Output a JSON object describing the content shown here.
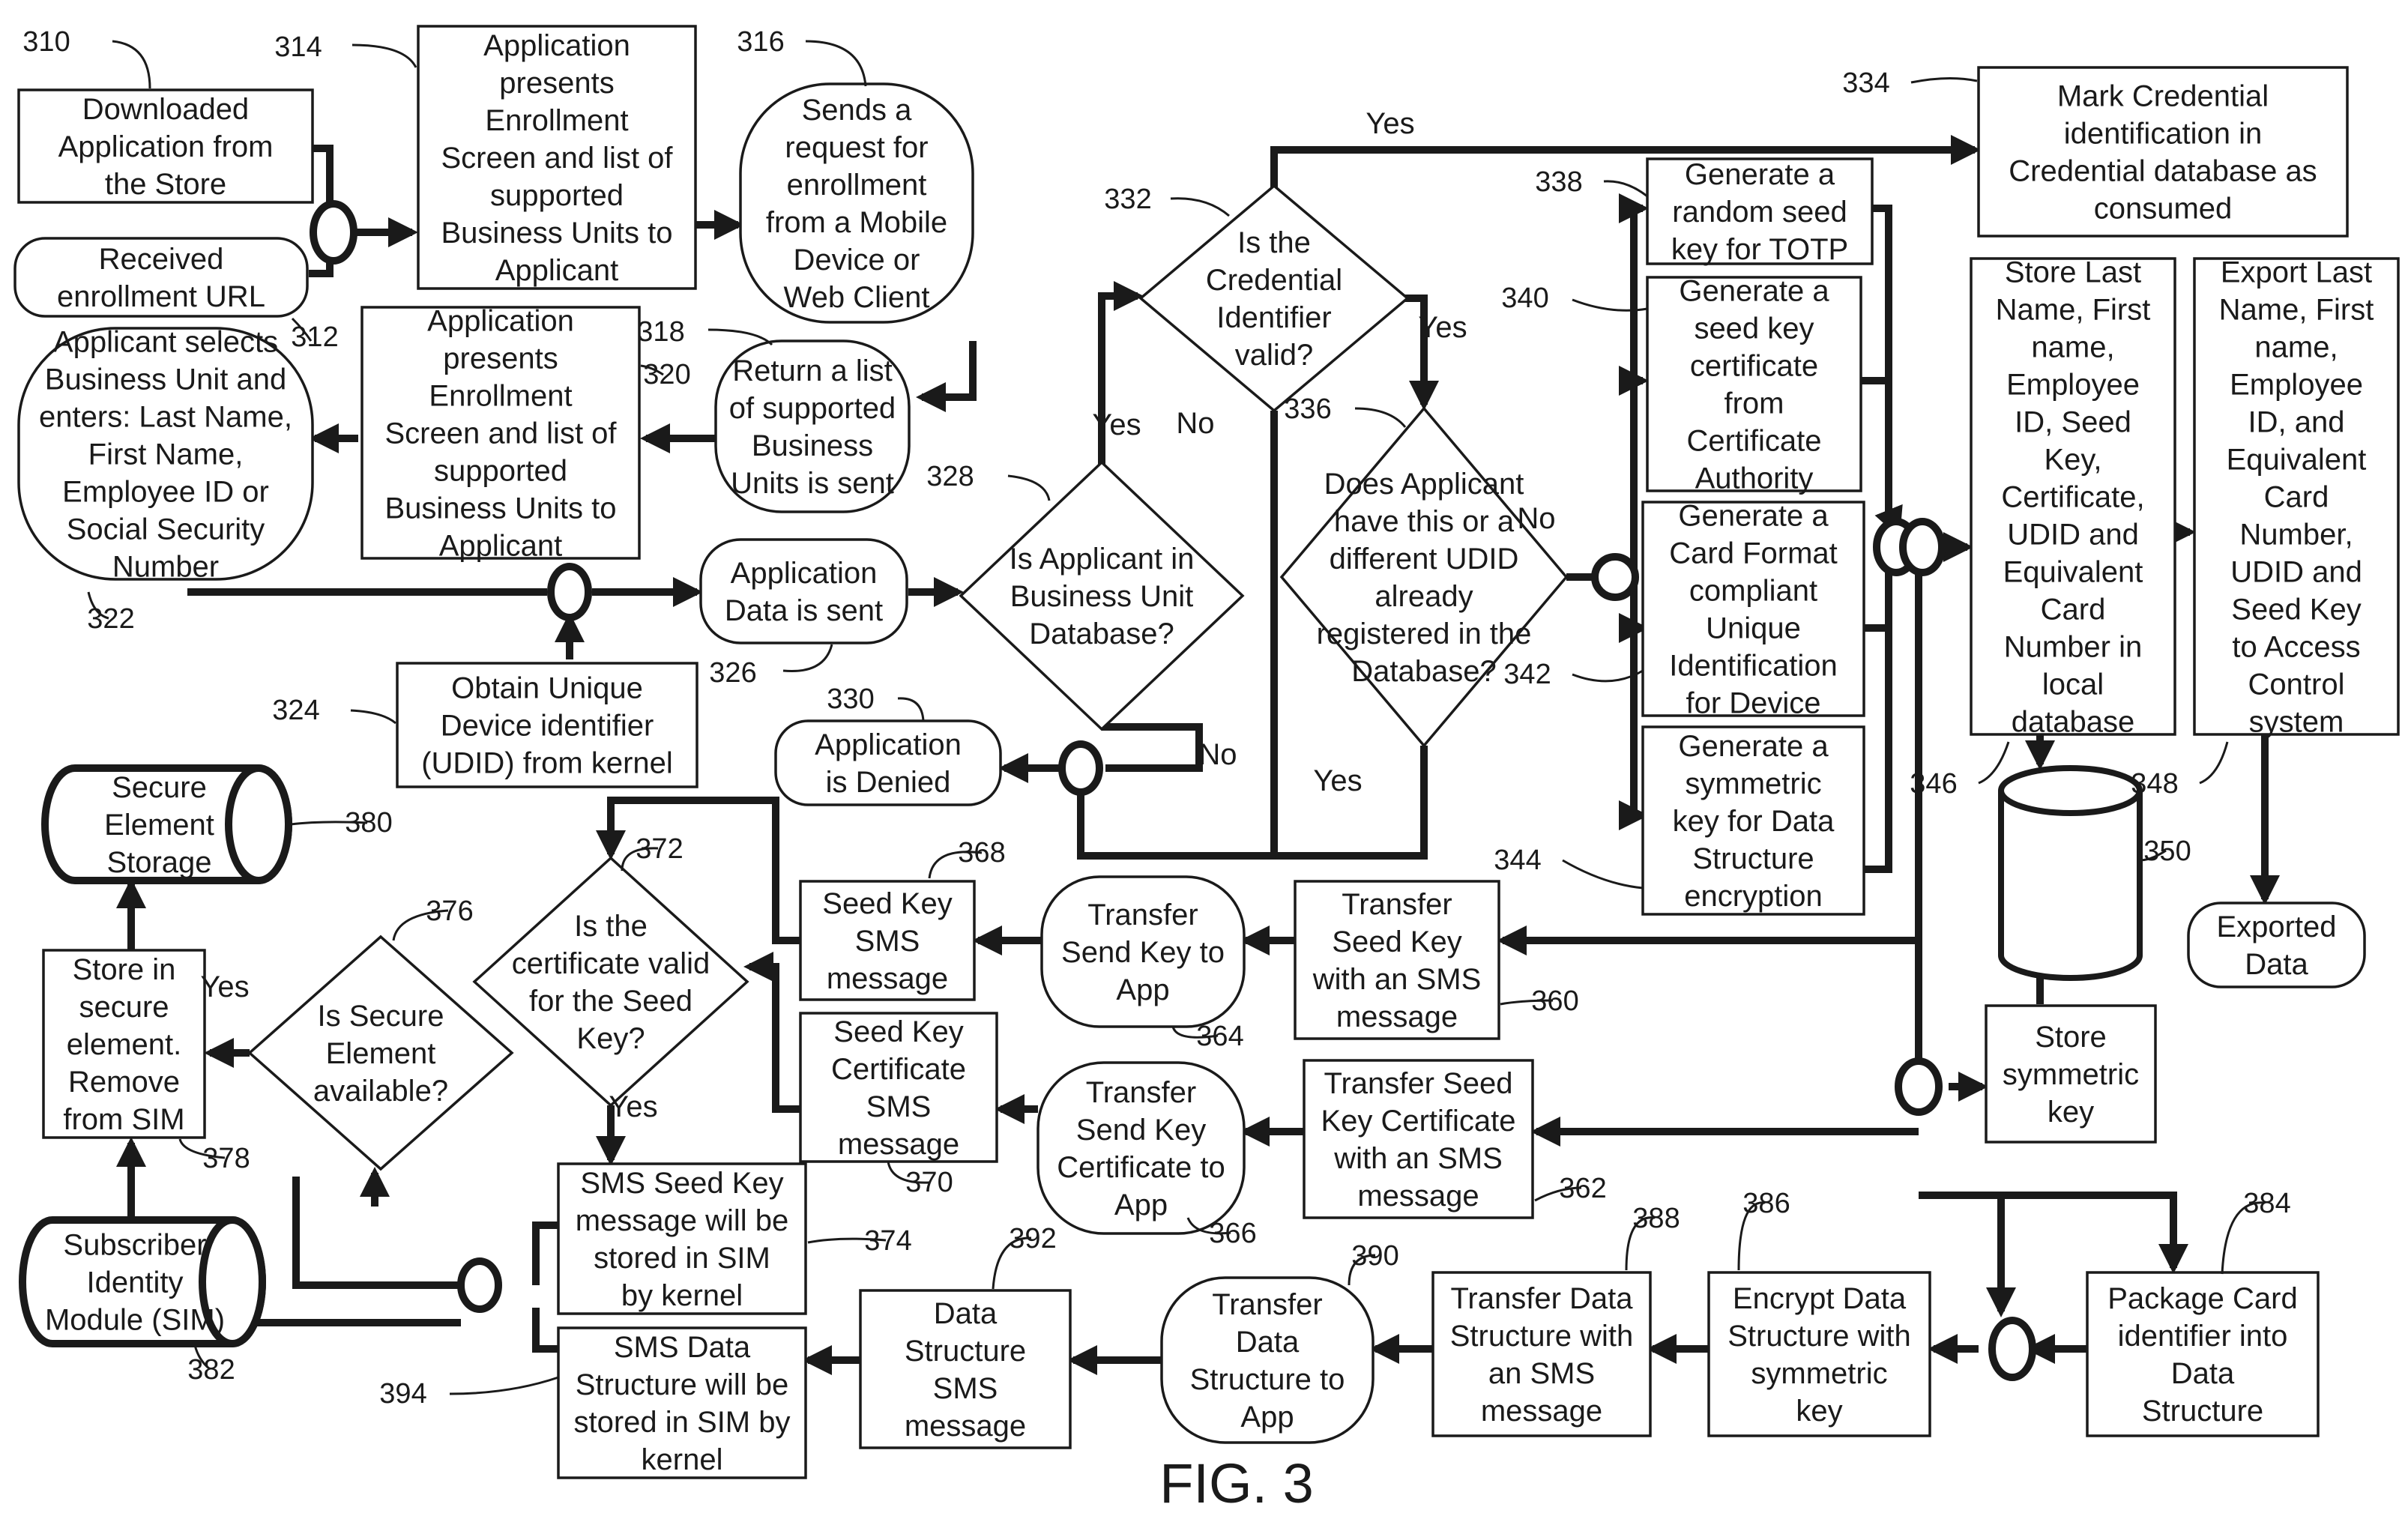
{
  "figure_label": "FIG. 3",
  "nodes": [
    {
      "id": "n310",
      "ref": "310",
      "lines": [
        "Downloaded",
        "Application from",
        "the Store"
      ]
    },
    {
      "id": "n312",
      "ref": "312",
      "lines": [
        "Received",
        "enrollment URL"
      ]
    },
    {
      "id": "n314",
      "ref": "314",
      "lines": [
        "Application",
        "presents",
        "Enrollment",
        "Screen and list of",
        "supported",
        "Business Units to",
        "Applicant"
      ]
    },
    {
      "id": "n316",
      "ref": "316",
      "lines": [
        "Sends a",
        "request for",
        "enrollment",
        "from a Mobile",
        "Device or",
        "Web Client"
      ]
    },
    {
      "id": "n318",
      "ref": "318",
      "lines": [
        "Return a list",
        "of supported",
        "Business",
        "Units is sent"
      ]
    },
    {
      "id": "n320",
      "ref": "320",
      "lines": [
        "Application",
        "presents",
        "Enrollment",
        "Screen and list of",
        "supported",
        "Business Units to",
        "Applicant"
      ]
    },
    {
      "id": "n322",
      "ref": "322",
      "lines": [
        "Applicant selects",
        "Business Unit and",
        "enters: Last Name,",
        "First Name,",
        "Employee ID or",
        "Social Security",
        "Number"
      ]
    },
    {
      "id": "n324",
      "ref": "324",
      "lines": [
        "Obtain Unique",
        "Device identifier",
        "(UDID) from kernel"
      ]
    },
    {
      "id": "n326",
      "ref": "326",
      "lines": [
        "Application",
        "Data is sent"
      ]
    },
    {
      "id": "n328",
      "ref": "328",
      "lines": [
        "Is Applicant in",
        "Business Unit",
        "Database?"
      ]
    },
    {
      "id": "n330",
      "ref": "330",
      "lines": [
        "Application",
        "is Denied"
      ]
    },
    {
      "id": "n332",
      "ref": "332",
      "lines": [
        "Is the",
        "Credential",
        "Identifier",
        "valid?"
      ]
    },
    {
      "id": "n334",
      "ref": "334",
      "lines": [
        "Mark Credential",
        "identification in",
        "Credential database as",
        "consumed"
      ]
    },
    {
      "id": "n336",
      "ref": "336",
      "lines": [
        "Does Applicant",
        "have this or a",
        "different UDID",
        "already",
        "registered in the",
        "Database?"
      ]
    },
    {
      "id": "n338",
      "ref": "338",
      "lines": [
        "Generate a",
        "random seed",
        "key for TOTP"
      ]
    },
    {
      "id": "n340",
      "ref": "340",
      "lines": [
        "Generate a",
        "seed key",
        "certificate",
        "from",
        "Certificate",
        "Authority"
      ]
    },
    {
      "id": "n342",
      "ref": "342",
      "lines": [
        "Generate a",
        "Card Format",
        "compliant",
        "Unique",
        "Identification",
        "for Device"
      ]
    },
    {
      "id": "n344",
      "ref": "344",
      "lines": [
        "Generate a",
        "symmetric",
        "key for Data",
        "Structure",
        "encryption"
      ]
    },
    {
      "id": "n346",
      "ref": "346",
      "lines": [
        "Store Last",
        "Name, First",
        "name,",
        "Employee",
        "ID, Seed",
        "Key,",
        "Certificate,",
        "UDID and",
        "Equivalent",
        "Card",
        "Number in",
        "local",
        "database"
      ]
    },
    {
      "id": "n348",
      "ref": "348",
      "lines": [
        "Export Last",
        "Name, First",
        "name,",
        "Employee",
        "ID, and",
        "Equivalent",
        "Card",
        "Number,",
        "UDID and",
        "Seed Key",
        "to Access",
        "Control",
        "system"
      ]
    },
    {
      "id": "n350",
      "ref": "350",
      "lines": []
    },
    {
      "id": "nexp",
      "ref": "",
      "lines": [
        "Exported",
        "Data"
      ]
    },
    {
      "id": "n352",
      "ref": "",
      "lines": [
        "Store",
        "symmetric",
        "key"
      ]
    },
    {
      "id": "n360",
      "ref": "360",
      "lines": [
        "Transfer",
        "Seed Key",
        "with an SMS",
        "message"
      ]
    },
    {
      "id": "n362",
      "ref": "362",
      "lines": [
        "Transfer Seed",
        "Key Certificate",
        "with an SMS",
        "message"
      ]
    },
    {
      "id": "n364",
      "ref": "364",
      "lines": [
        "Transfer",
        "Send Key to",
        "App"
      ]
    },
    {
      "id": "n366",
      "ref": "366",
      "lines": [
        "Transfer",
        "Send Key",
        "Certificate to",
        "App"
      ]
    },
    {
      "id": "n368",
      "ref": "368",
      "lines": [
        "Seed Key",
        "SMS",
        "message"
      ]
    },
    {
      "id": "n370",
      "ref": "370",
      "lines": [
        "Seed Key",
        "Certificate",
        "SMS",
        "message"
      ]
    },
    {
      "id": "n372",
      "ref": "372",
      "lines": [
        "Is the",
        "certificate valid",
        "for the Seed",
        "Key?"
      ]
    },
    {
      "id": "n374",
      "ref": "374",
      "lines": [
        "SMS Seed Key",
        "message will be",
        "stored in SIM",
        "by kernel"
      ]
    },
    {
      "id": "n376",
      "ref": "376",
      "lines": [
        "Is Secure",
        "Element",
        "available?"
      ]
    },
    {
      "id": "n378",
      "ref": "378",
      "lines": [
        "Store in",
        "secure",
        "element.",
        "Remove",
        "from SIM"
      ]
    },
    {
      "id": "n380",
      "ref": "380",
      "lines": [
        "Secure",
        "Element",
        "Storage"
      ]
    },
    {
      "id": "n382",
      "ref": "382",
      "lines": [
        "Subscriber",
        "Identity",
        "Module (SIM)"
      ]
    },
    {
      "id": "n384",
      "ref": "384",
      "lines": [
        "Package Card",
        "identifier into",
        "Data",
        "Structure"
      ]
    },
    {
      "id": "n386",
      "ref": "386",
      "lines": [
        "Encrypt Data",
        "Structure with",
        "symmetric",
        "key"
      ]
    },
    {
      "id": "n388",
      "ref": "388",
      "lines": [
        "Transfer Data",
        "Structure with",
        "an SMS",
        "message"
      ]
    },
    {
      "id": "n390",
      "ref": "390",
      "lines": [
        "Transfer",
        "Data",
        "Structure to",
        "App"
      ]
    },
    {
      "id": "n392",
      "ref": "392",
      "lines": [
        "Data",
        "Structure",
        "SMS",
        "message"
      ]
    },
    {
      "id": "n394",
      "ref": "394",
      "lines": [
        "SMS Data",
        "Structure will be",
        "stored in SIM by",
        "kernel"
      ]
    }
  ],
  "edge_labels": [
    {
      "id": "e332yes",
      "text": "Yes"
    },
    {
      "id": "e332yes2",
      "text": "Yes"
    },
    {
      "id": "e328yes",
      "text": "Yes"
    },
    {
      "id": "e328no",
      "text": "No"
    },
    {
      "id": "e332no",
      "text": "No"
    },
    {
      "id": "e336no",
      "text": "No"
    },
    {
      "id": "e336yes",
      "text": "Yes"
    },
    {
      "id": "e372yes",
      "text": "Yes"
    },
    {
      "id": "e376yes",
      "text": "Yes"
    }
  ]
}
